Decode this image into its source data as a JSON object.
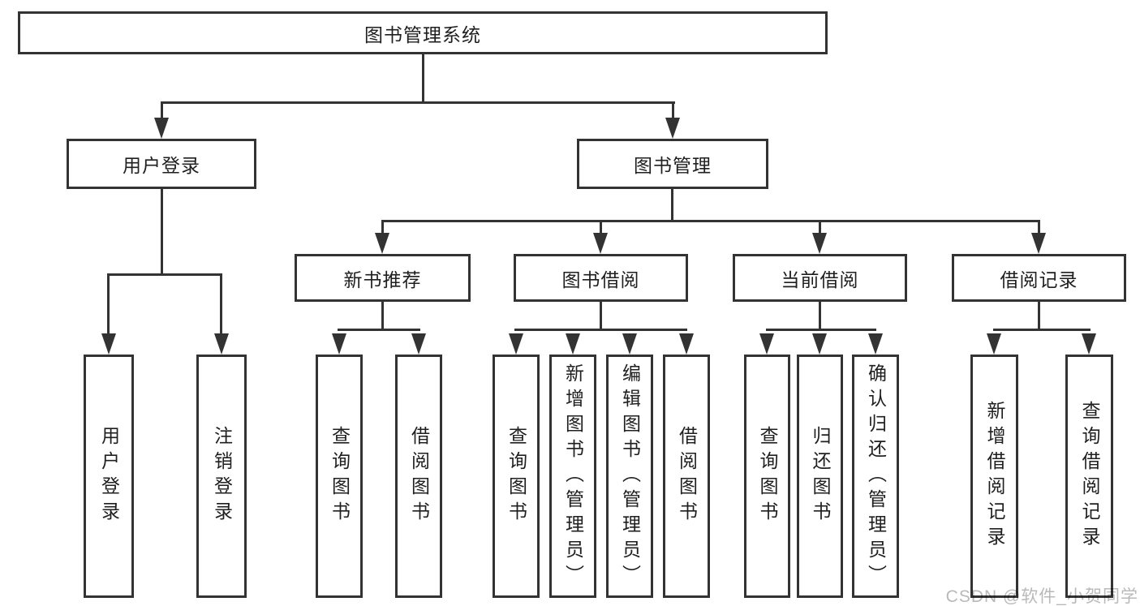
{
  "tree": {
    "label": "图书管理系统",
    "children": [
      {
        "label": "用户登录",
        "children": [
          {
            "label": "用户登录"
          },
          {
            "label": "注销登录"
          }
        ]
      },
      {
        "label": "图书管理",
        "children": [
          {
            "label": "新书推荐",
            "children": [
              {
                "label": "查询图书"
              },
              {
                "label": "借阅图书"
              }
            ]
          },
          {
            "label": "图书借阅",
            "children": [
              {
                "label": "查询图书"
              },
              {
                "label": "新增图书（管理员）"
              },
              {
                "label": "编辑图书（管理员）"
              },
              {
                "label": "借阅图书"
              }
            ]
          },
          {
            "label": "当前借阅",
            "children": [
              {
                "label": "查询图书"
              },
              {
                "label": "归还图书"
              },
              {
                "label": "确认归还（管理员）"
              }
            ]
          },
          {
            "label": "借阅记录",
            "children": [
              {
                "label": "新增借阅记录"
              },
              {
                "label": "查询借阅记录"
              }
            ]
          }
        ]
      }
    ]
  },
  "watermark": {
    "text": "CSDN @软件_小贺同学"
  },
  "colors": {
    "line": "#333333",
    "box_border": "#333333",
    "text": "#1f1f1f",
    "watermark": "#b9b9b9",
    "background": "#ffffff"
  }
}
